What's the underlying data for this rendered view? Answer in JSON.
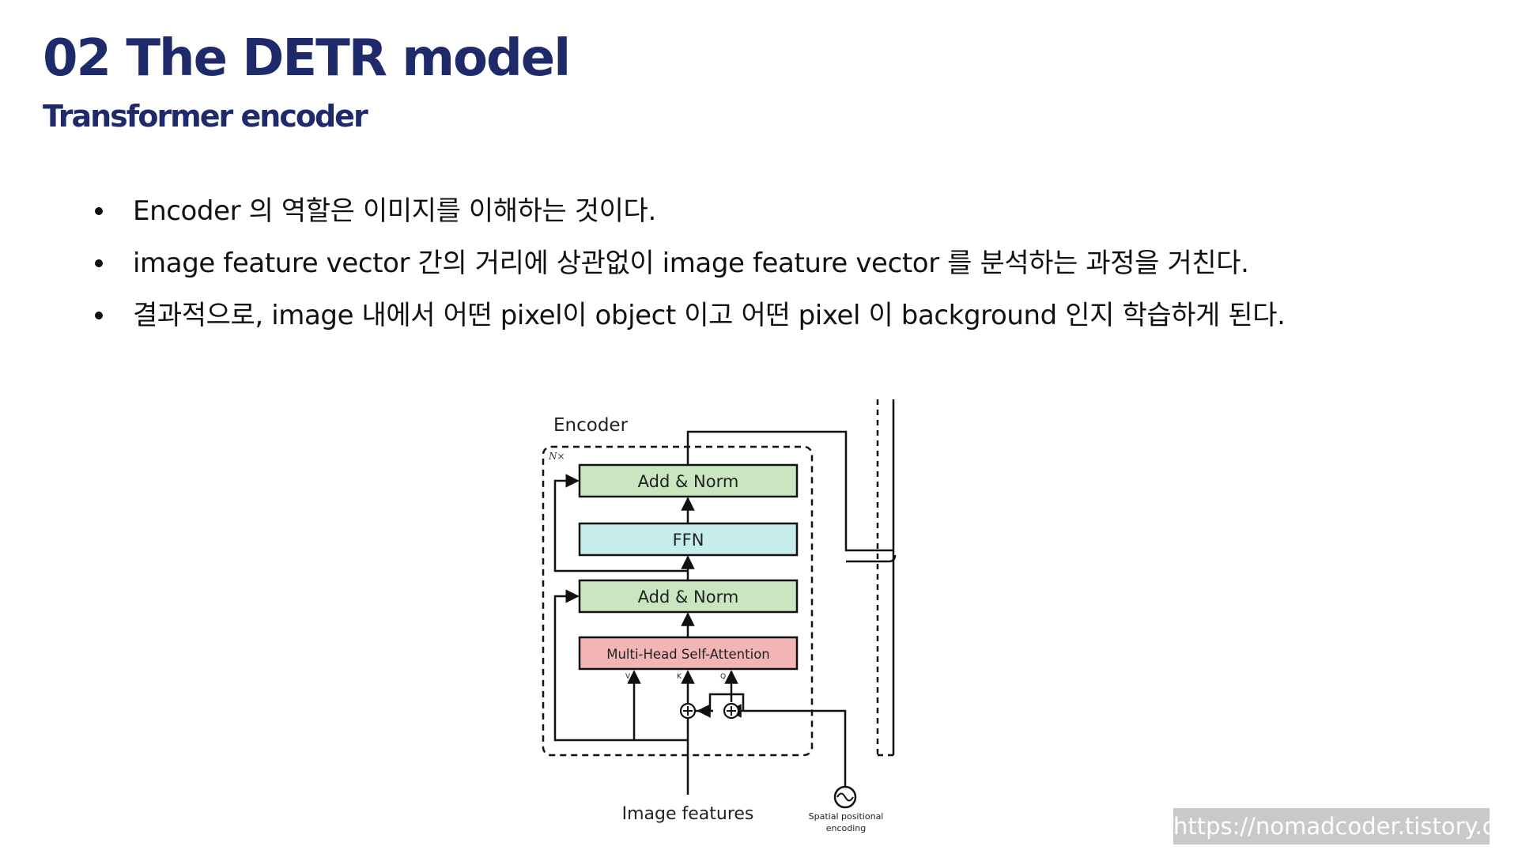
{
  "slide": {
    "title": "02 The DETR model",
    "subtitle": "Transformer encoder"
  },
  "bullets": [
    "Encoder 의 역할은 이미지를 이해하는 것이다.",
    "image feature vector 간의 거리에 상관없이 image feature vector 를 분석하는 과정을 거친다.",
    "결과적으로, image 내에서 어떤 pixel이 object 이고 어떤 pixel 이 background 인지 학습하게 된다."
  ],
  "diagram": {
    "encoder_label": "Encoder",
    "repeat_label": "N×",
    "add_norm_top": "Add & Norm",
    "ffn": "FFN",
    "add_norm_bottom": "Add & Norm",
    "attention": "Multi-Head Self-Attention",
    "v_label": "V",
    "k_label": "K",
    "q_label": "Q",
    "input_label": "Image features",
    "pos_label_line1": "Spatial positional",
    "pos_label_line2": "encoding",
    "colors": {
      "add_norm": "#c9e6c0",
      "ffn": "#c6ecec",
      "attention": "#f2b4b4"
    }
  },
  "watermark": "https://nomadcoder.tistory.com"
}
